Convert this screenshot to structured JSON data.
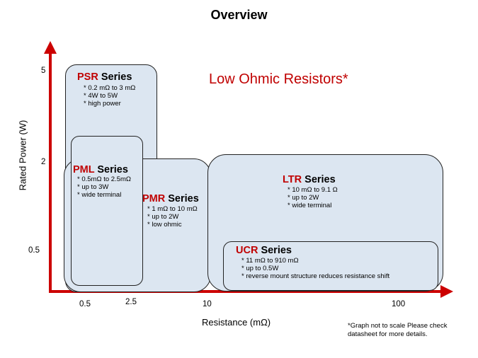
{
  "title": "Overview",
  "headline": "Low Ohmic Resistors*",
  "axes": {
    "x_label": "Resistance (mΩ)",
    "y_label": "Rated Power (W)",
    "x_ticks": [
      "0.5",
      "2.5",
      "10",
      "100"
    ],
    "y_ticks": [
      "5",
      "2",
      "0.5"
    ]
  },
  "colors": {
    "axis": "#cc0000",
    "box_fill": "#dce6f1",
    "box_stroke": "#222222",
    "series_code": "#c00000"
  },
  "series": {
    "psr": {
      "code": "PSR",
      "word": " Series",
      "specs": [
        "0.2 mΩ to 3 mΩ",
        "4W to 5W",
        "high power"
      ]
    },
    "pml": {
      "code": "PML",
      "word": " Series",
      "specs": [
        "0.5mΩ to 2.5mΩ",
        "up to 3W",
        "wide terminal"
      ]
    },
    "pmr": {
      "code": "PMR",
      "word": " Series",
      "specs": [
        "1 mΩ to 10 mΩ",
        "up to 2W",
        "low ohmic"
      ]
    },
    "ltr": {
      "code": "LTR",
      "word": " Series",
      "specs": [
        "10 mΩ to 9.1 Ω",
        "up to 2W",
        "wide terminal"
      ]
    },
    "ucr": {
      "code": "UCR",
      "word": " Series",
      "specs": [
        "11 mΩ to 910 mΩ",
        "up to 0.5W",
        "reverse mount structure reduces resistance shift"
      ]
    }
  },
  "footnote": "*Graph not to scale Please check datasheet for more details."
}
